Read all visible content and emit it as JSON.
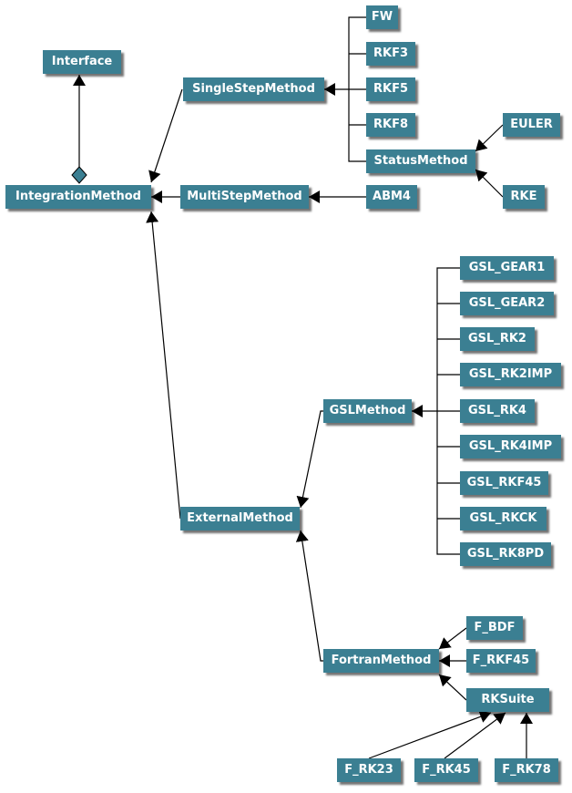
{
  "nodes": {
    "interface": "Interface",
    "integration_method": "IntegrationMethod",
    "single_step_method": "SingleStepMethod",
    "multi_step_method": "MultiStepMethod",
    "external_method": "ExternalMethod",
    "fw": "FW",
    "rkf3": "RKF3",
    "rkf5": "RKF5",
    "rkf8": "RKF8",
    "status_method": "StatusMethod",
    "euler": "EULER",
    "rke": "RKE",
    "abm4": "ABM4",
    "gsl_method": "GSLMethod",
    "gsl_gear1": "GSL_GEAR1",
    "gsl_gear2": "GSL_GEAR2",
    "gsl_rk2": "GSL_RK2",
    "gsl_rk2imp": "GSL_RK2IMP",
    "gsl_rk4": "GSL_RK4",
    "gsl_rk4imp": "GSL_RK4IMP",
    "gsl_rkf45": "GSL_RKF45",
    "gsl_rkck": "GSL_RKCK",
    "gsl_rk8pd": "GSL_RK8PD",
    "fortran_method": "FortranMethod",
    "f_bdf": "F_BDF",
    "f_rkf45": "F_RKF45",
    "rksuite": "RKSuite",
    "f_rk23": "F_RK23",
    "f_rk45": "F_RK45",
    "f_rk78": "F_RK78"
  },
  "colors": {
    "node_fill": "#3b7f92",
    "node_text": "#ffffff",
    "line": "#000000"
  }
}
